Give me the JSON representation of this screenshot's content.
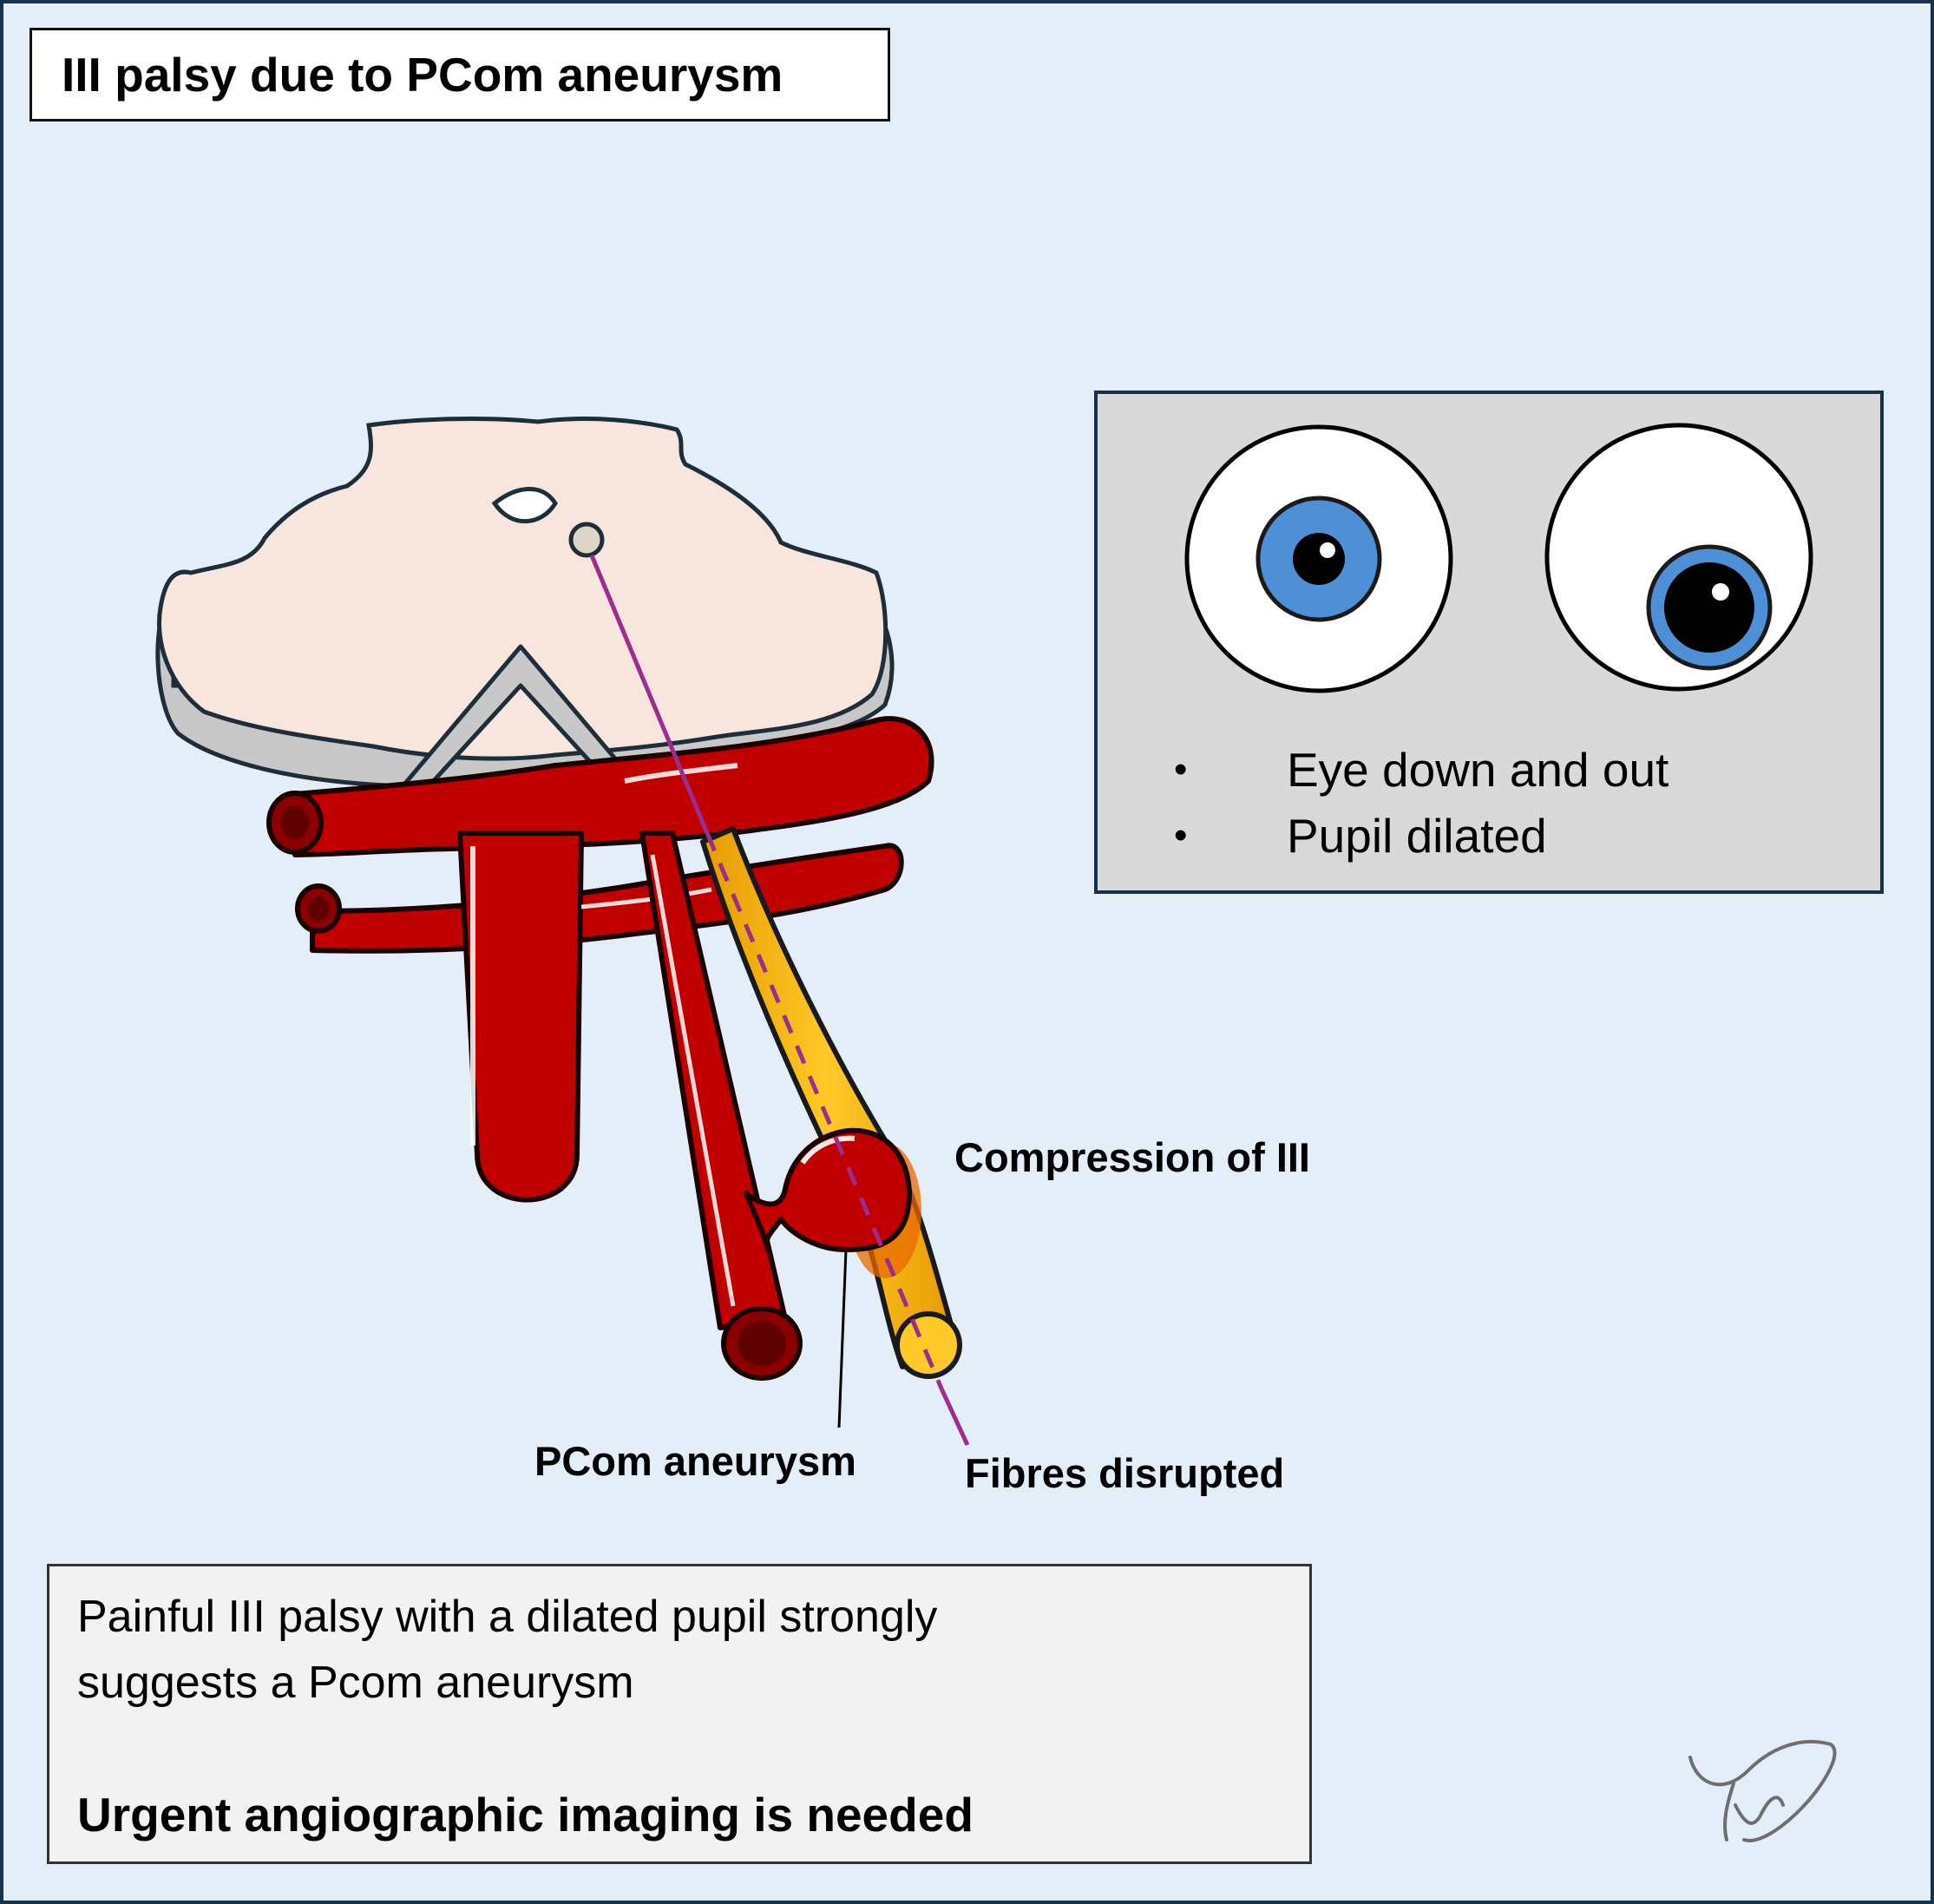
{
  "title": "III palsy due to PCom aneurysm",
  "labels": {
    "compression": "Compression of III",
    "aneurysm": "PCom aneurysm",
    "fibres": "Fibres disrupted"
  },
  "eye_panel": {
    "bullets": [
      "Eye down and out",
      "Pupil dilated"
    ]
  },
  "note": {
    "line1": "Painful III palsy with a dilated pupil strongly",
    "line2": "suggests a Pcom aneurysm",
    "emphasis": "Urgent angiographic imaging is needed"
  },
  "colors": {
    "background": "#e4eef9",
    "artery": "#c00000",
    "nerve": "#f5b800",
    "brainstem": "#f8e5dd",
    "iris": "#4f8fd6",
    "pointer": "#9b2e8c"
  }
}
